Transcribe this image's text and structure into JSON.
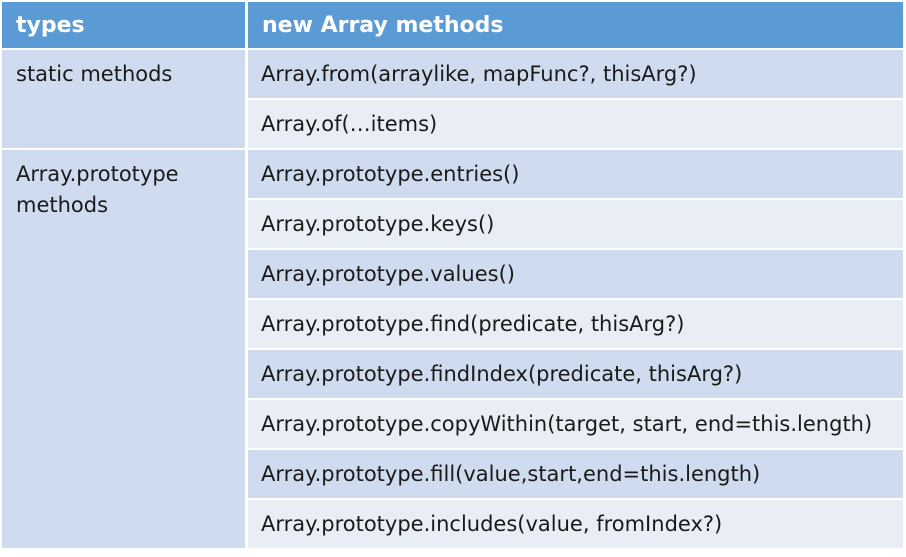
{
  "table": {
    "headers": {
      "types": "types",
      "methods": "new Array methods"
    },
    "groups": [
      {
        "type": "static methods",
        "methods": [
          "Array.from(arraylike, mapFunc?, thisArg?)",
          "Array.of(…items)"
        ]
      },
      {
        "type": "Array.prototype methods",
        "methods": [
          "Array.prototype.entries()",
          "Array.prototype.keys()",
          "Array.prototype.values()",
          "Array.prototype.find(predicate, thisArg?)",
          "Array.prototype.findIndex(predicate, thisArg?)",
          "Array.prototype.copyWithin(target, start, end=this.length)",
          "Array.prototype.fill(value,start,end=this.length)",
          "Array.prototype.includes(value, fromIndex?)"
        ]
      }
    ]
  },
  "colors": {
    "header": "#5b9bd5",
    "row_dark": "#cfdbee",
    "row_light": "#e8edf6"
  }
}
